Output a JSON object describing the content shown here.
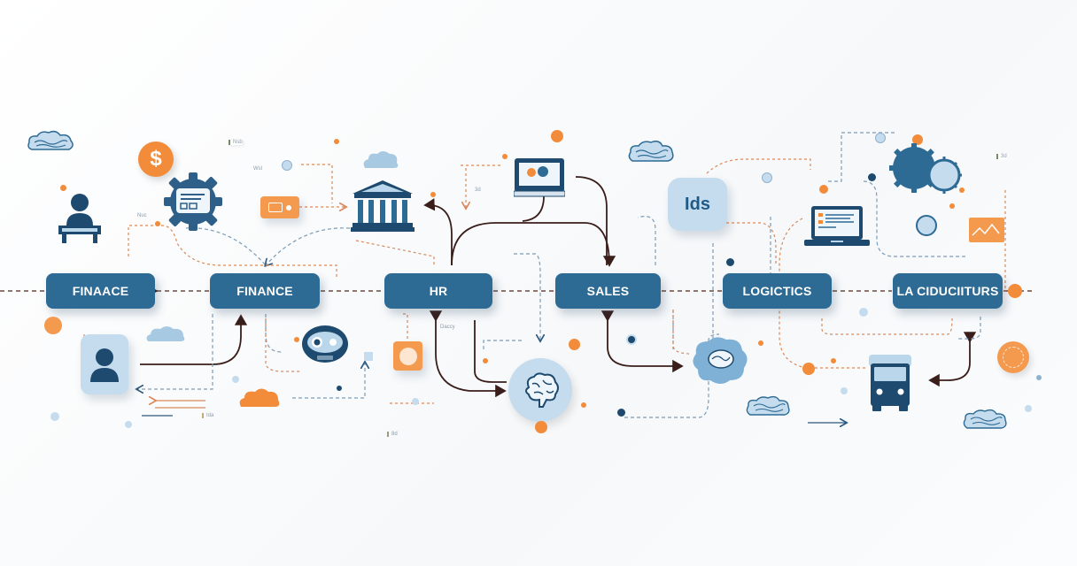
{
  "diagram": {
    "title": "",
    "colors": {
      "node_fill": "#2d6a94",
      "node_text": "#ffffff",
      "dark_navy": "#1d4a6e",
      "light_blue": "#b9d6ea",
      "orange": "#f28b3a",
      "arrow_dark": "#3a1e1a",
      "dashed_blue": "#7c9cb6",
      "dashed_orange": "#d9895a",
      "background": "#fbfcfd"
    },
    "nodes": [
      {
        "id": "n1",
        "label": "FINAACE"
      },
      {
        "id": "n2",
        "label": "FINANCE"
      },
      {
        "id": "n3",
        "label": "HR"
      },
      {
        "id": "n4",
        "label": "SALES"
      },
      {
        "id": "n5",
        "label": "LOGICTICS"
      },
      {
        "id": "n6",
        "label": "LA CIDUCIITURS"
      }
    ],
    "icons": {
      "cloud_top_left": "cloud-icon",
      "dollar_coin": "dollar-icon",
      "person_at_desk": "person-desk-icon",
      "gear_with_window": "gear-icon",
      "orange_card": "card-icon",
      "bank_building": "bank-icon",
      "cloud_small": "cloud-icon",
      "monitor": "monitor-icon",
      "cloud_wavy": "cloud-icon",
      "ids_badge": "ids-badge-icon",
      "laptop": "laptop-icon",
      "gear_pair": "gears-icon",
      "orange_chart": "line-chart-icon",
      "person_card": "person-icon",
      "robot_head": "robot-icon",
      "orange_cloud": "cloud-icon",
      "orange_chip": "chip-icon",
      "brain_circle": "brain-icon",
      "blue_cloud_blob": "cloud-icon",
      "truck": "truck-icon",
      "orange_badge": "badge-icon"
    },
    "ids_badge_text": "Ids",
    "tiny_labels": [
      "Nsb",
      "3d",
      "3d",
      "Nuc",
      "Wsl",
      "8d",
      "Ida",
      "Daccy"
    ]
  }
}
